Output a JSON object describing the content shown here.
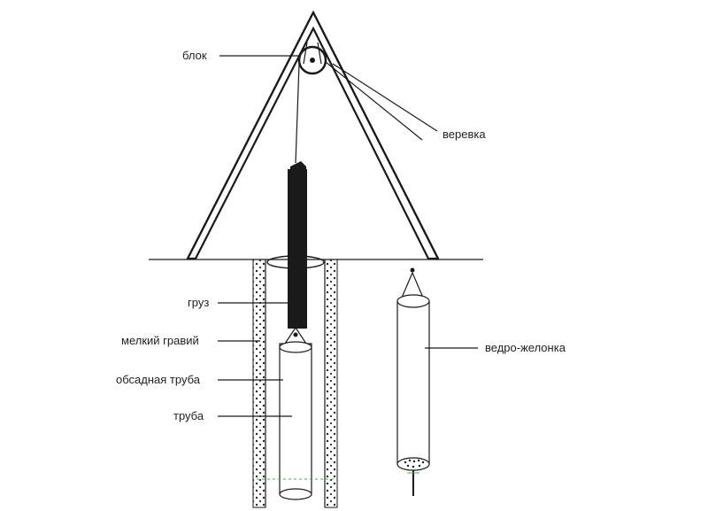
{
  "labels": {
    "block": "блок",
    "rope": "веревка",
    "weight": "груз",
    "gravel": "мелкий гравий",
    "casing": "обсадная труба",
    "pipe": "труба",
    "bailer": "ведро-желонка"
  },
  "colors": {
    "line": "#1a1a1a",
    "background": "#ffffff",
    "accent_green": "#3fae5a"
  }
}
